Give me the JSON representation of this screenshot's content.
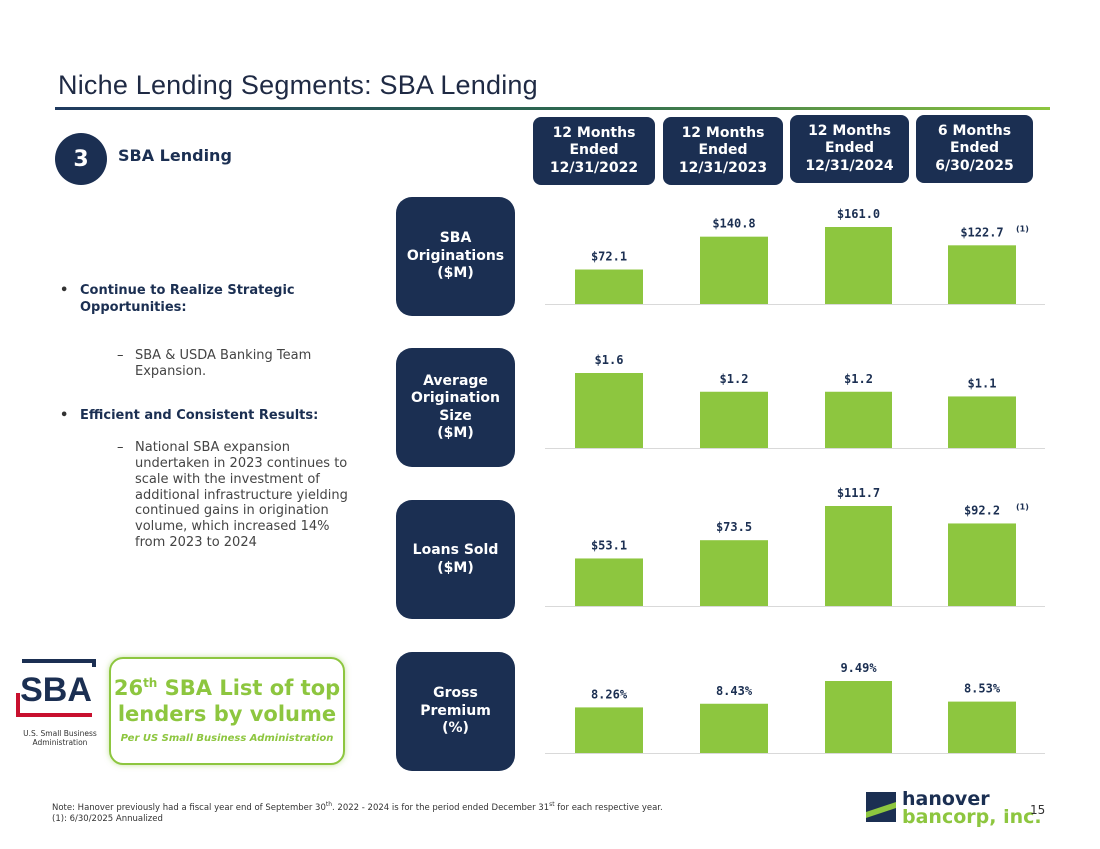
{
  "title": "Niche Lending Segments: SBA Lending",
  "section": {
    "number": "3",
    "label": "SBA Lending"
  },
  "periods": [
    "12 Months\nEnded\n12/31/2022",
    "12 Months\nEnded\n12/31/2023",
    "12 Months\nEnded\n12/31/2024",
    "6 Months\nEnded\n6/30/2025"
  ],
  "metrics": [
    "SBA\nOriginations\n($M)",
    "Average\nOrigination\nSize\n($M)",
    "Loans Sold\n($M)",
    "Gross\nPremium\n(%)"
  ],
  "bullets": {
    "b1": "Continue to Realize Strategic Opportunities:",
    "b1_sub": "SBA & USDA Banking Team Expansion.",
    "b2": "Efficient and Consistent Results:",
    "b2_sub": "National SBA expansion undertaken in 2023 continues to scale with the investment of additional infrastructure yielding continued gains in origination volume, which increased 14% from 2023 to 2024"
  },
  "award": {
    "rank": "26",
    "rank_suffix": "th",
    "line1_rest": " SBA List of top",
    "line2": "lenders by volume",
    "sub": "Per US Small Business Administration"
  },
  "sba_logo": {
    "mark": "SBA",
    "caption": "U.S. Small Business Administration"
  },
  "note": {
    "line1_a": "Note: Hanover previously had a fiscal year end of September 30",
    "line1_sup1": "th",
    "line1_b": ". 2022 - 2024 is for the period ended December 31",
    "line1_sup2": "st",
    "line1_c": " for each respective year.",
    "line2": "(1): 6/30/2025 Annualized"
  },
  "company": {
    "line1": "hanover",
    "line2": "bancorp, inc."
  },
  "page_number": "15",
  "colors": {
    "navy": "#1b2f52",
    "green": "#8dc63f"
  },
  "chart_data": [
    {
      "type": "bar",
      "title": "SBA Originations ($M)",
      "categories": [
        "12/31/2022",
        "12/31/2023",
        "12/31/2024",
        "6/30/2025"
      ],
      "values": [
        72.1,
        140.8,
        161.0,
        122.7
      ],
      "labels": [
        "$72.1",
        "$140.8",
        "$161.0",
        "$122.7"
      ],
      "footnotes": [
        "",
        "",
        "",
        "(1)"
      ]
    },
    {
      "type": "bar",
      "title": "Average Origination Size ($M)",
      "categories": [
        "12/31/2022",
        "12/31/2023",
        "12/31/2024",
        "6/30/2025"
      ],
      "values": [
        1.6,
        1.2,
        1.2,
        1.1
      ],
      "labels": [
        "$1.6",
        "$1.2",
        "$1.2",
        "$1.1"
      ],
      "footnotes": [
        "",
        "",
        "",
        ""
      ]
    },
    {
      "type": "bar",
      "title": "Loans Sold ($M)",
      "categories": [
        "12/31/2022",
        "12/31/2023",
        "12/31/2024",
        "6/30/2025"
      ],
      "values": [
        53.1,
        73.5,
        111.7,
        92.2
      ],
      "labels": [
        "$53.1",
        "$73.5",
        "$111.7",
        "$92.2"
      ],
      "footnotes": [
        "",
        "",
        "",
        "(1)"
      ]
    },
    {
      "type": "bar",
      "title": "Gross Premium (%)",
      "categories": [
        "12/31/2022",
        "12/31/2023",
        "12/31/2024",
        "6/30/2025"
      ],
      "values": [
        8.26,
        8.43,
        9.49,
        8.53
      ],
      "labels": [
        "8.26%",
        "8.43%",
        "9.49%",
        "8.53%"
      ],
      "footnotes": [
        "",
        "",
        "",
        ""
      ]
    }
  ]
}
